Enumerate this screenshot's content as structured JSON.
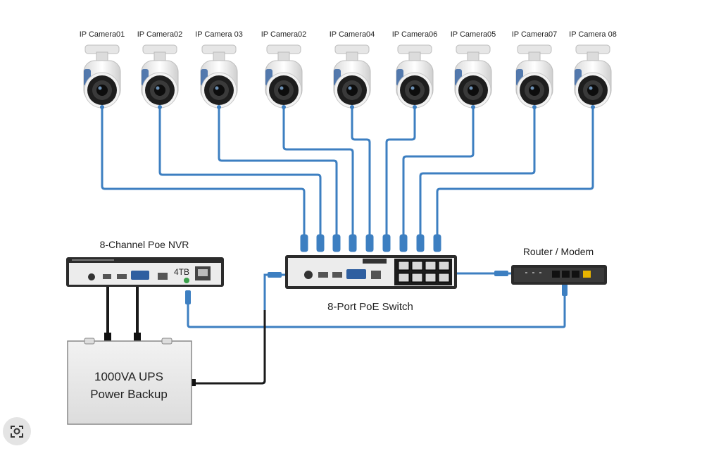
{
  "diagram": {
    "cameras": [
      {
        "label": "IP Camera01"
      },
      {
        "label": "IP Camera02"
      },
      {
        "label": "IP Camera 03"
      },
      {
        "label": "IP Camera02"
      },
      {
        "label": "IP Camera04"
      },
      {
        "label": "IP Camera06"
      },
      {
        "label": "IP Camera05"
      },
      {
        "label": "IP Camera07"
      },
      {
        "label": "IP Camera 08"
      }
    ],
    "nvr": {
      "label": "8-Channel Poe NVR",
      "capacity": "4TB"
    },
    "switch": {
      "label": "8-Port PoE Switch"
    },
    "router": {
      "label": "Router / Modem"
    },
    "ups": {
      "line1": "1000VA UPS",
      "line2": "Power Backup"
    },
    "colors": {
      "cable": "#3d7fc1",
      "power_cable": "#1a1a1a",
      "device": "#2b2b2b",
      "ups_fill": "#e9e9e9",
      "camera_body": "#f4f4f4"
    }
  },
  "overlay": {
    "icon": "lens-search-icon"
  }
}
